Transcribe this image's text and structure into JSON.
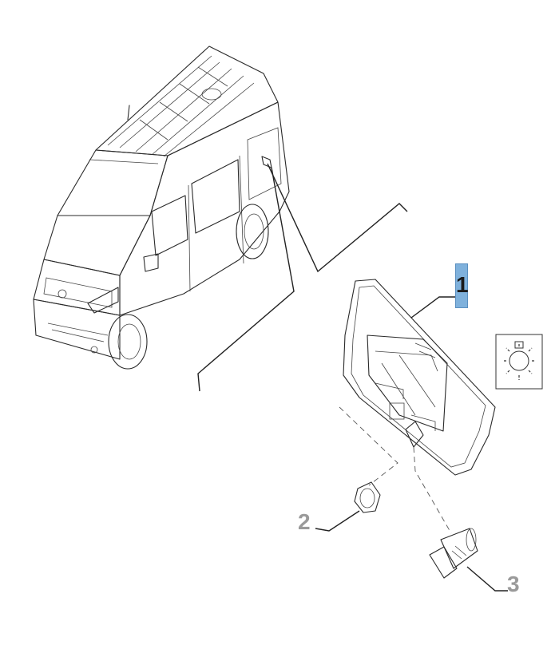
{
  "callouts": {
    "part_1": "1",
    "part_2": "2",
    "part_3": "3"
  },
  "colors": {
    "highlight": "#7fb1dc",
    "callout_grey": "#9a9a9a",
    "line": "#2a2a2a"
  },
  "icons": {
    "symbol": "interior-light-icon"
  }
}
